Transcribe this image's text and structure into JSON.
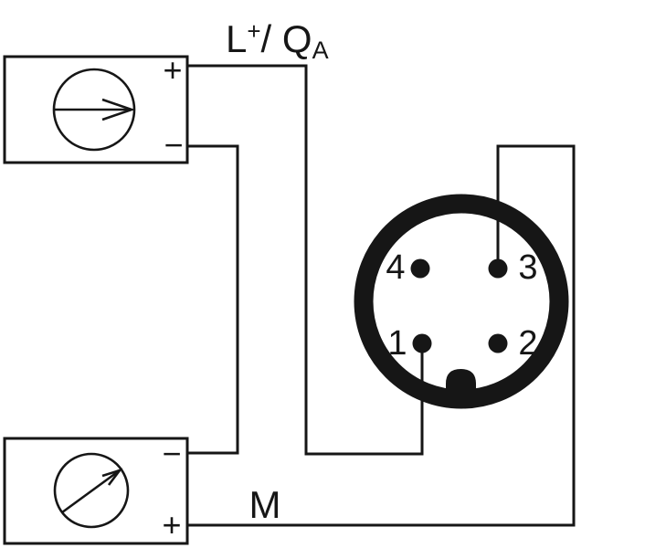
{
  "colors": {
    "ink": "#161616",
    "background": "#ffffff"
  },
  "labels": {
    "supply": {
      "base": "L",
      "sup": "+",
      "mid": "/ Q",
      "sub": "A"
    },
    "ground": "M"
  },
  "top_device": {
    "plus": "+",
    "minus": "−"
  },
  "bottom_device": {
    "minus": "−",
    "plus": "+"
  },
  "connector": {
    "pins": [
      {
        "number": "4"
      },
      {
        "number": "3"
      },
      {
        "number": "1"
      },
      {
        "number": "2"
      }
    ]
  }
}
